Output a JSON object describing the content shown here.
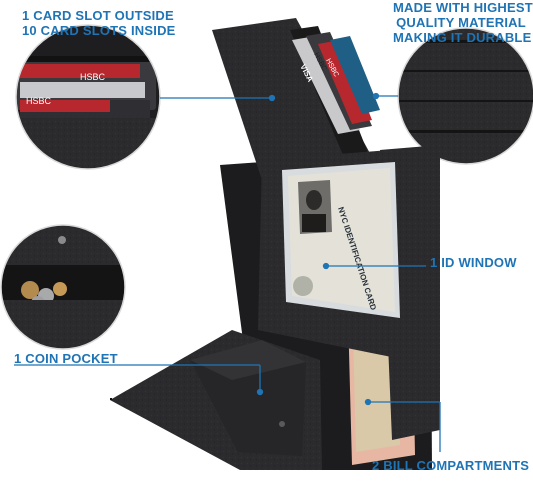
{
  "callouts": {
    "top_left": {
      "line1": "1 CARD SLOT OUTSIDE",
      "line2": "10 CARD SLOTS INSIDE"
    },
    "top_right": {
      "line1": "MADE WITH HIGHEST",
      "line2": "QUALITY MATERIAL",
      "line3": "MAKING IT DURABLE"
    },
    "id_window": "1 ID WINDOW",
    "coin_pocket": "1 COIN POCKET",
    "bill_compartments": "2 BILL COMPARTMENTS"
  },
  "card_text": {
    "hsbc_1": "HSBC",
    "hsbc_2": "HSBC",
    "hsbc_3": "HSBC",
    "hsbc_4": "HSBC",
    "visa": "VISA",
    "id_card_title": "NYC IDENTIFICATION CARD"
  },
  "colors": {
    "accent_blue": "#1f74b5",
    "leather": "#2a2a2c",
    "leather_dark": "#151516",
    "leather_light": "#3d3d40",
    "bill_pink": "#e7b7a3"
  }
}
